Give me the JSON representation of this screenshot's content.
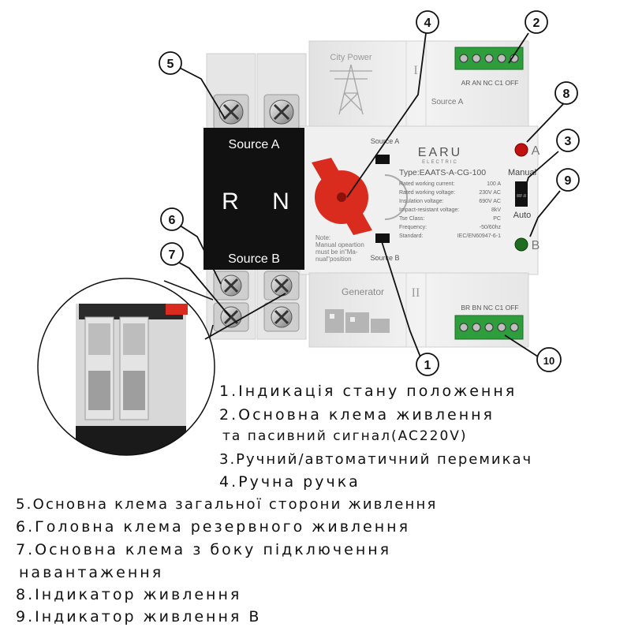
{
  "device": {
    "brand": "EARU",
    "brand_sub": "ELECTRIC",
    "type": "Type:EAATS-A-CG-100",
    "roman_top": "I",
    "roman_bottom": "II",
    "top_label": "City Power",
    "bottom_label": "Generator",
    "source_a_label": "Source A",
    "source_b_label": "Source B",
    "source_a_small": "Source A",
    "source_b_small": "Source B",
    "phase_r": "R",
    "phase_n": "N",
    "top_terminal_labels": "AR AN NC C1 OFF",
    "bottom_terminal_labels": "BR BN NC C1 OFF",
    "manual_label": "Manual",
    "auto_label": "Auto",
    "indicator_a": "A",
    "indicator_b": "B",
    "note": [
      "Note:",
      "Manual opeartion",
      "must be in\"Ma-",
      "nual\"position"
    ],
    "specs": [
      {
        "k": "Rated working current:",
        "v": "100   A"
      },
      {
        "k": "Rated working voltage:",
        "v": "230V AC"
      },
      {
        "k": "Insulation voltage:",
        "v": "690V AC"
      },
      {
        "k": "Impact-resistant voltage:",
        "v": "8kV"
      },
      {
        "k": "Tse Class:",
        "v": "PC"
      },
      {
        "k": "Frequency:",
        "v": "-50/60hz"
      },
      {
        "k": "Standard:",
        "v": "IEC/EN60947-6-1"
      }
    ]
  },
  "callouts": [
    "1",
    "2",
    "3",
    "4",
    "5",
    "6",
    "7",
    "8",
    "9",
    "10"
  ],
  "legend": [
    "1.Індикація стану положення",
    "2.Основна клема живлення",
    "та пасивний сигнал(AC220V)",
    "3.Ручний/автоматичний перемикач",
    "4.Ручна ручка",
    "5.Основна клема загальної сторони живлення",
    "6.Головна клема резервного живлення",
    "7.Основна клема з боку підключення",
    "навантаження",
    "8.Індикатор живлення",
    "9.Індикатор живлення B"
  ],
  "colors": {
    "housing": "#ececec",
    "front_panel": "#111111",
    "handle": "#d92b1e",
    "terminal_block": "#2e9e3c",
    "indicator_a": "#c0130f",
    "indicator_b": "#1f6e1f"
  }
}
